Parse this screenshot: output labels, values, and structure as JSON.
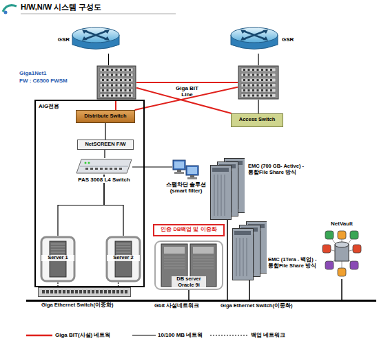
{
  "diagram": {
    "title": "H/W,N/W 시스템 구성도",
    "nodes": [
      {
        "text": [
          "GSR"
        ]
      },
      {
        "text": [
          "GSR"
        ]
      },
      {
        "text": [
          "Giga1Net1",
          "FW : C6500 FWSM"
        ]
      },
      {
        "text": []
      },
      {
        "text": [
          "AIG전용"
        ]
      },
      {
        "text": [
          "Distribute Switch"
        ],
        "in": 4
      },
      {
        "text": [
          "Access Switch"
        ]
      },
      {
        "text": [
          "NetSCREEN F/W"
        ],
        "in": 4
      },
      {
        "text": [
          "PAS 3008 L4 Switch"
        ],
        "in": 4
      },
      {
        "text": [
          "스팸차단 솔루션 (smart filter)"
        ]
      },
      {
        "text": [
          "EMC (700 GB- Active) - 통합File Share 방식"
        ]
      },
      {
        "text": [
          "인증 DB백업 및 이중화"
        ]
      },
      {
        "text": [
          "Server 1"
        ],
        "in": 4
      },
      {
        "text": [
          "Server 2"
        ],
        "in": 4
      },
      {
        "text": [
          "DB server Oracle 9i"
        ]
      },
      {
        "text": [
          "EMC (1Tera - 백업) - 통합File Share 방식"
        ]
      },
      {
        "text": [
          "NetVault"
        ]
      },
      {
        "text": [
          "Giga Ethernet Switch(이중화)"
        ]
      },
      {
        "text": [
          "Giga Ethernet Switch(이중화)"
        ]
      }
    ],
    "edges": [
      {
        "from": 0,
        "to": 2,
        "arrow": "none"
      },
      {
        "from": 1,
        "to": 3,
        "arrow": "none"
      },
      {
        "from": 2,
        "to": 3,
        "label": "Giga BIT Line",
        "arrow": "none"
      },
      {
        "from": 2,
        "to": 5,
        "arrow": "none"
      },
      {
        "from": 2,
        "to": 6,
        "arrow": "none"
      },
      {
        "from": 3,
        "to": 5,
        "arrow": "none"
      },
      {
        "from": 3,
        "to": 6,
        "arrow": "none"
      },
      {
        "from": 5,
        "to": 7,
        "arrow": "none"
      },
      {
        "from": 7,
        "to": 8,
        "arrow": "none"
      },
      {
        "from": 8,
        "to": 9,
        "arrow": "none"
      },
      {
        "from": 8,
        "to": 12,
        "arrow": "none"
      },
      {
        "from": 8,
        "to": 13,
        "arrow": "none"
      },
      {
        "from": 12,
        "to": 17,
        "arrow": "none"
      },
      {
        "from": 13,
        "to": 17,
        "arrow": "none"
      },
      {
        "from": 14,
        "to": 18,
        "arrow": "none"
      },
      {
        "from": 10,
        "to": 18,
        "arrow": "none"
      },
      {
        "from": 15,
        "to": 18,
        "arrow": "none"
      },
      {
        "from": 16,
        "to": 18,
        "arrow": "none"
      }
    ],
    "labels": [
      "Gbit 사설네트워크"
    ],
    "legend": [
      {
        "text": "Giga BIT(사설) 네트웍"
      },
      {
        "text": "10/100 MB 네트웍"
      },
      {
        "text": "백업 네트워크"
      }
    ]
  }
}
